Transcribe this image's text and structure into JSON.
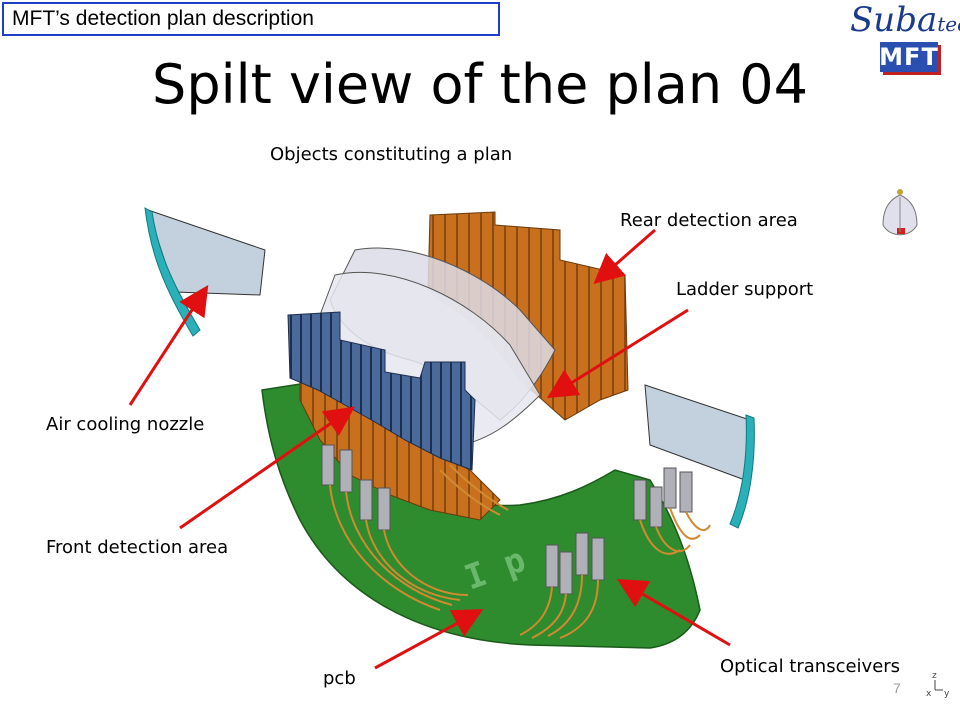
{
  "header": {
    "text": "MFT’s detection plan description"
  },
  "title": "Spilt view of the plan 04",
  "subtitle": "Objects constituting a plan",
  "labels": {
    "rear": "Rear detection area",
    "ladder": "Ladder support",
    "air": "Air cooling nozzle",
    "front": "Front detection area",
    "pcb": "pcb",
    "optical": "Optical transceivers"
  },
  "pcb_marking": "I p",
  "logos": {
    "subatech_a": "Suba",
    "subatech_b": "tech",
    "mft": "MFT"
  },
  "page_number": "7",
  "axes": {
    "z": "z",
    "x": "x",
    "y": "y"
  },
  "colors": {
    "pcb": "#2e8b2e",
    "copper": "#c8701e",
    "sensor": "#3c5a8c",
    "support": "#d8d8e8",
    "arrow": "#e01010",
    "nozzle": "#2ab0b8"
  }
}
